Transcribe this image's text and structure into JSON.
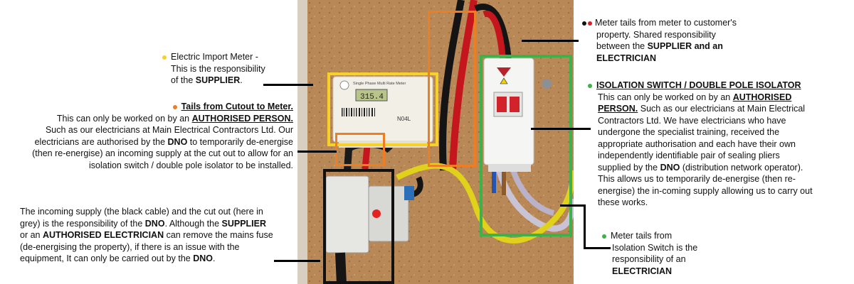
{
  "colors": {
    "supplier_yellow": "#f6d12a",
    "tails_orange": "#ef7d22",
    "isolator_green": "#3db14a",
    "cutout_black": "#111111",
    "meter_red": "#d92027",
    "backboard": "#b9895a"
  },
  "meter": {
    "brand_line": "Single Phase Multi Rate Meter",
    "display_value": "315.4",
    "model_code": "N04L"
  },
  "annotations": {
    "supplier_meter": {
      "icon": "yellow-dot",
      "title_line1": "Electric Import Meter -",
      "title_line2": "This is the responsibility",
      "line3_prefix": "of the ",
      "line3_bold": "SUPPLIER",
      "line3_suffix": "."
    },
    "tails_cutout": {
      "icon": "orange-dot",
      "heading": "Tails from Cutout to Meter.",
      "line1_prefix": "This can only be worked on by an ",
      "line1_bold": "AUTHORISED PERSON.",
      "line2": "Such as our electricians at Main Electrical Contractors Ltd. Our",
      "line3_prefix": "electricians are authorised by the ",
      "line3_bold": "DNO",
      "line3_suffix": " to temporarily de-energise",
      "line4": "(then re-energise) an incoming supply at the cut out to allow for an",
      "line5": "isolation switch / double pole isolator to be installed."
    },
    "incoming_supply": {
      "line1": "The incoming supply (the black cable) and the cut out (here in",
      "line2_prefix": "grey) is the responsibility of the ",
      "line2_bold": "DNO",
      "line2_suffix": ". Although the ",
      "line2_bold2": "SUPPLIER",
      "line3_prefix": "or an ",
      "line3_bold": "AUTHORISED ELECTRICIAN",
      "line3_suffix": " can remove the mains fuse",
      "line4": "(de-energising the property), if there is an issue with the",
      "line5_prefix": "equipment, It can only be carried out by the ",
      "line5_bold": "DNO",
      "line5_suffix": "."
    },
    "meter_tails_customer": {
      "icon": "black-red-dots",
      "line1": "Meter tails from meter to customer's",
      "line2": "property. Shared responsibility",
      "line3_prefix": "between the ",
      "line3_bold": "SUPPLIER and an",
      "line4_bold": "ELECTRICIAN"
    },
    "isolation_switch": {
      "icon": "green-dot",
      "heading": "ISOLATION SWITCH / DOUBLE POLE ISOLATOR",
      "line1_prefix": "This can only be worked on by an ",
      "line1_bold": "AUTHORISED",
      "line2_bold": "PERSON.",
      "line2_suffix": " Such as our electricians at Main Electrical",
      "line3": "Contractors Ltd. We have electricians who have",
      "line4": "undergone the specialist training, received the",
      "line5": "appropriate authorisation and each have their own",
      "line6": "independently identifiable pair of sealing pliers",
      "line7_prefix": "supplied by the ",
      "line7_bold": "DNO",
      "line7_suffix": " (distribution network operator).",
      "line8": "This allows us to temporarily de-energise (then re-",
      "line9": "energise) the in-coming supply allowing us to carry out",
      "line10": "these works."
    },
    "tails_isolator": {
      "icon": "green-dot",
      "line1": "Meter tails from",
      "line2": "Isolation Switch is the",
      "line3": "responsibility of an",
      "line4_bold": "ELECTRICIAN"
    }
  }
}
